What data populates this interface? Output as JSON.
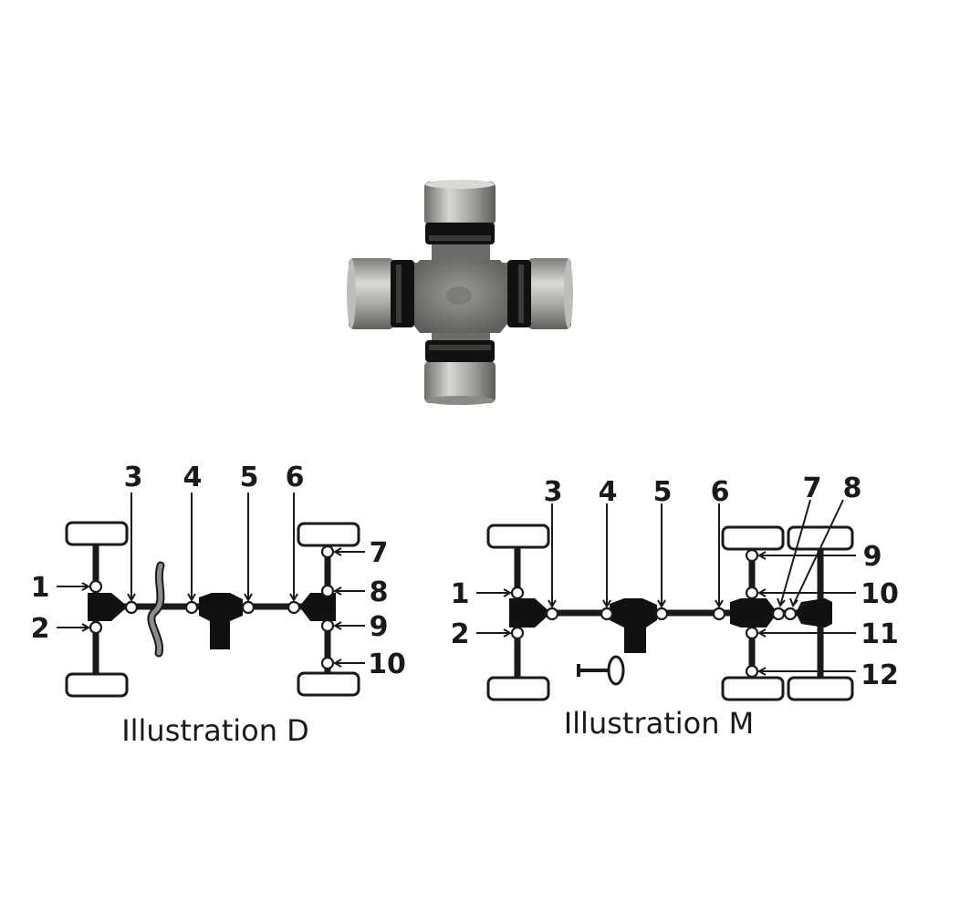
{
  "photo": {
    "alt": "universal joint cross",
    "colors": {
      "metal": "#8a8a88",
      "cap": "#b9b9b6",
      "seal": "#111111"
    }
  },
  "illustration_d": {
    "caption": "Illustration D",
    "labels": [
      "1",
      "2",
      "3",
      "4",
      "5",
      "6",
      "7",
      "8",
      "9",
      "10"
    ]
  },
  "illustration_m": {
    "caption": "Illustration M",
    "labels": [
      "1",
      "2",
      "3",
      "4",
      "5",
      "6",
      "7",
      "8",
      "9",
      "10",
      "11",
      "12"
    ]
  }
}
